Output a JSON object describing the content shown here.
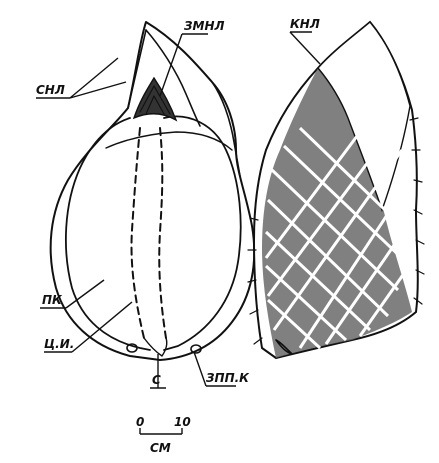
{
  "labels": {
    "zmnl": "ЗМНЛ",
    "knl": "КНЛ",
    "snl": "СНЛ",
    "pk": "ПК",
    "tsi": "Ц.И.",
    "s": "С",
    "zppk": "ЗПП.К"
  },
  "scale": {
    "zero": "0",
    "ten": "10",
    "unit": "СМ"
  },
  "colors": {
    "ink": "#111111",
    "paper": "#ffffff",
    "shade": "#5a5a5a"
  }
}
